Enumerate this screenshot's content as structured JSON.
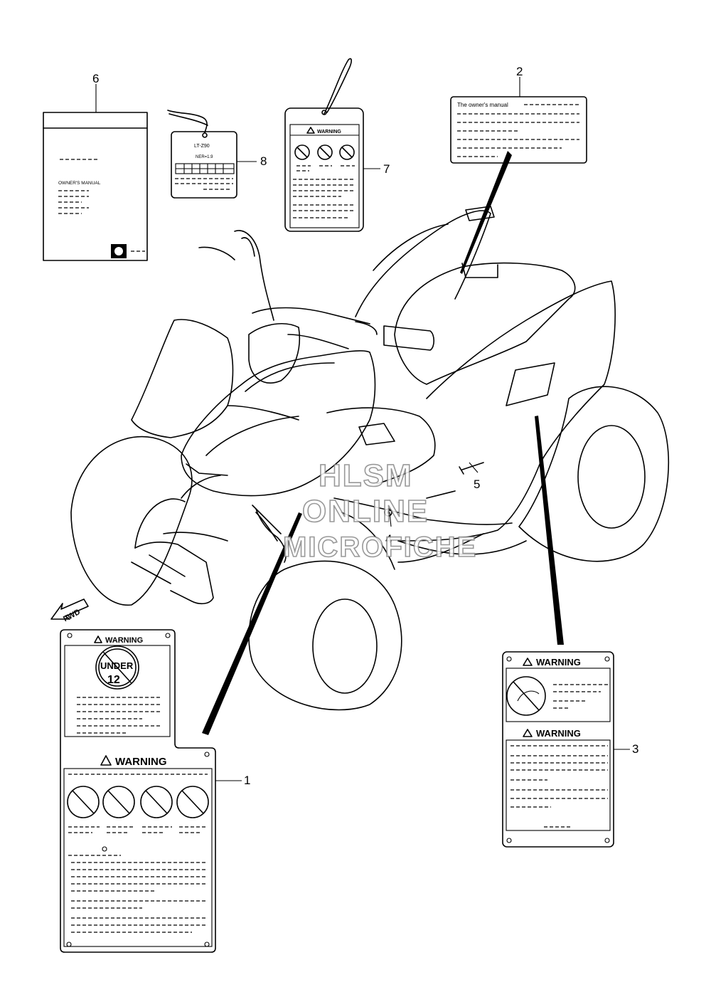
{
  "watermark": {
    "line1": "HLSM",
    "line2": "ONLINE",
    "line3": "MICROFICHE"
  },
  "fwd_label": "FWD",
  "callouts": [
    "1",
    "2",
    "3",
    "4",
    "5",
    "6",
    "7",
    "8"
  ],
  "label1": {
    "warning_top": "WARNING",
    "under_text": "UNDER",
    "under_age": "12",
    "warning_bottom": "WARNING"
  },
  "label2": {
    "header": "The owner's manual"
  },
  "label3": {
    "warning_top": "WARNING",
    "warning_bottom": "WARNING"
  },
  "label6": {
    "title": "OWNER'S MANUAL"
  },
  "label7": {
    "warning": "WARNING"
  },
  "label8": {
    "model": "LT-Z90",
    "ner": "NER=1.9"
  }
}
